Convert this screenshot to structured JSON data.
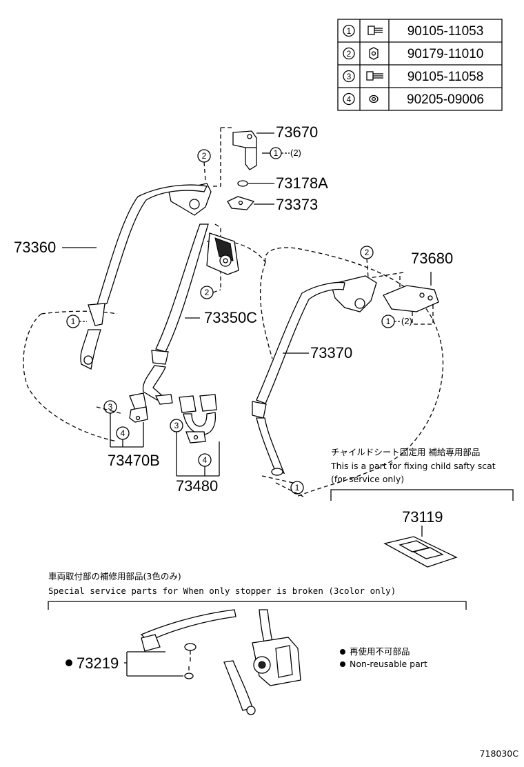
{
  "fastener_table": [
    {
      "ref": "1",
      "part_no": "90105-11053",
      "icon": "bolt-icon"
    },
    {
      "ref": "2",
      "part_no": "90179-11010",
      "icon": "nut-icon"
    },
    {
      "ref": "3",
      "part_no": "90105-11058",
      "icon": "bolt-icon"
    },
    {
      "ref": "4",
      "part_no": "90205-09006",
      "icon": "washer-icon"
    }
  ],
  "parts": {
    "p73670": "73670",
    "p73178A": "73178A",
    "p73373": "73373",
    "p73360": "73360",
    "p73350C": "73350C",
    "p73680": "73680",
    "p73370": "73370",
    "p73470B": "73470B",
    "p73480": "73480",
    "p73119": "73119",
    "p73219": "73219"
  },
  "callouts": {
    "one": "1",
    "two": "2",
    "three": "3",
    "four": "4",
    "qty2": "(2)"
  },
  "child_seat_note": {
    "jp": "チャイルドシート固定用  補給専用部品",
    "en1": "This is a part for fixing child safty scat",
    "en2": "(for service only)"
  },
  "stopper_note": {
    "jp": "車両取付部の補修用部品(3色のみ)",
    "en": "Special  service  parts  for  When  only  stopper  is  broken  (3color  only)"
  },
  "legend": {
    "jp": "再使用不可部品",
    "en": "Non-reusable part"
  },
  "diagram_code": "718030C"
}
